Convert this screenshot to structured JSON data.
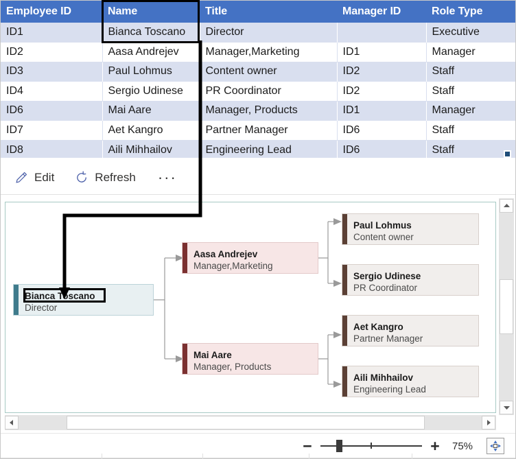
{
  "table": {
    "columns": [
      "Employee ID",
      "Name",
      "Title",
      "Manager ID",
      "Role Type"
    ],
    "rows": [
      {
        "employee_id": "ID1",
        "name": "Bianca Toscano",
        "title": "Director",
        "manager_id": "",
        "role_type": "Executive"
      },
      {
        "employee_id": "ID2",
        "name": "Aasa Andrejev",
        "title": "Manager,Marketing",
        "manager_id": "ID1",
        "role_type": "Manager"
      },
      {
        "employee_id": "ID3",
        "name": "Paul Lohmus",
        "title": "Content owner",
        "manager_id": "ID2",
        "role_type": "Staff"
      },
      {
        "employee_id": "ID4",
        "name": "Sergio Udinese",
        "title": "PR Coordinator",
        "manager_id": "ID2",
        "role_type": "Staff"
      },
      {
        "employee_id": "ID6",
        "name": "Mai Aare",
        "title": "Manager, Products",
        "manager_id": "ID1",
        "role_type": "Manager"
      },
      {
        "employee_id": "ID7",
        "name": "Aet Kangro",
        "title": "Partner Manager",
        "manager_id": "ID6",
        "role_type": "Staff"
      },
      {
        "employee_id": "ID8",
        "name": "Aili Mihhailov",
        "title": "Engineering Lead",
        "manager_id": "ID6",
        "role_type": "Staff"
      }
    ],
    "selected_cell": "Name",
    "header_color": "#4472c4",
    "banded_row_color": "#d9dfef"
  },
  "toolbar": {
    "edit_label": "Edit",
    "refresh_label": "Refresh",
    "overflow_label": "···"
  },
  "chart": {
    "nodes": [
      {
        "id": "ID1",
        "name": "Bianca Toscano",
        "title": "Director",
        "level": "root",
        "accent": "#3f7b8c",
        "fill": "#e8f0f2",
        "selected": true
      },
      {
        "id": "ID2",
        "name": "Aasa Andrejev",
        "title": "Manager,Marketing",
        "level": "mgr",
        "accent": "#7b3030",
        "fill": "#f7e6e6",
        "selected": false
      },
      {
        "id": "ID6",
        "name": "Mai Aare",
        "title": "Manager, Products",
        "level": "mgr",
        "accent": "#7b3030",
        "fill": "#f7e6e6",
        "selected": false
      },
      {
        "id": "ID3",
        "name": "Paul Lohmus",
        "title": "Content owner",
        "level": "leaf",
        "accent": "#5b4035",
        "fill": "#f1eeec",
        "selected": false
      },
      {
        "id": "ID4",
        "name": "Sergio Udinese",
        "title": "PR Coordinator",
        "level": "leaf",
        "accent": "#5b4035",
        "fill": "#f1eeec",
        "selected": false
      },
      {
        "id": "ID7",
        "name": "Aet Kangro",
        "title": "Partner Manager",
        "level": "leaf",
        "accent": "#5b4035",
        "fill": "#f1eeec",
        "selected": false
      },
      {
        "id": "ID8",
        "name": "Aili Mihhailov",
        "title": "Engineering Lead",
        "level": "leaf",
        "accent": "#5b4035",
        "fill": "#f1eeec",
        "selected": false
      }
    ]
  },
  "status": {
    "zoom_percent": "75%",
    "zoom_minus": "−",
    "zoom_plus": "+"
  }
}
